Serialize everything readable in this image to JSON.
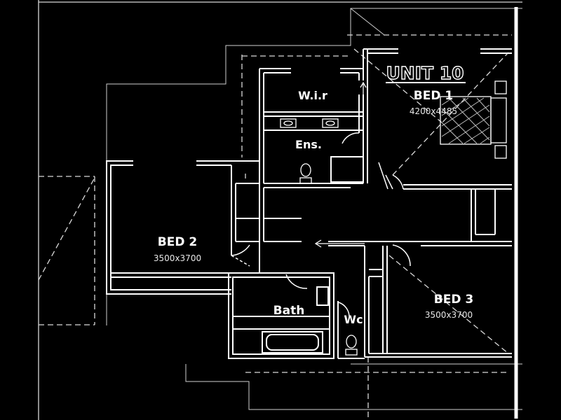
{
  "plan": {
    "title": "UNIT 10",
    "rooms": [
      {
        "label": "BED 1",
        "dimensions": "4200x4485"
      },
      {
        "label": "BED 2",
        "dimensions": "3500x3700"
      },
      {
        "label": "BED 3",
        "dimensions": "3500x3700"
      },
      {
        "label": "W.i.r",
        "dimensions": ""
      },
      {
        "label": "Ens.",
        "dimensions": ""
      },
      {
        "label": "Bath",
        "dimensions": ""
      },
      {
        "label": "Wc",
        "dimensions": ""
      }
    ],
    "colors": {
      "background": "#000000",
      "walls": "#ffffff",
      "lines": "#d9d9d9"
    }
  }
}
